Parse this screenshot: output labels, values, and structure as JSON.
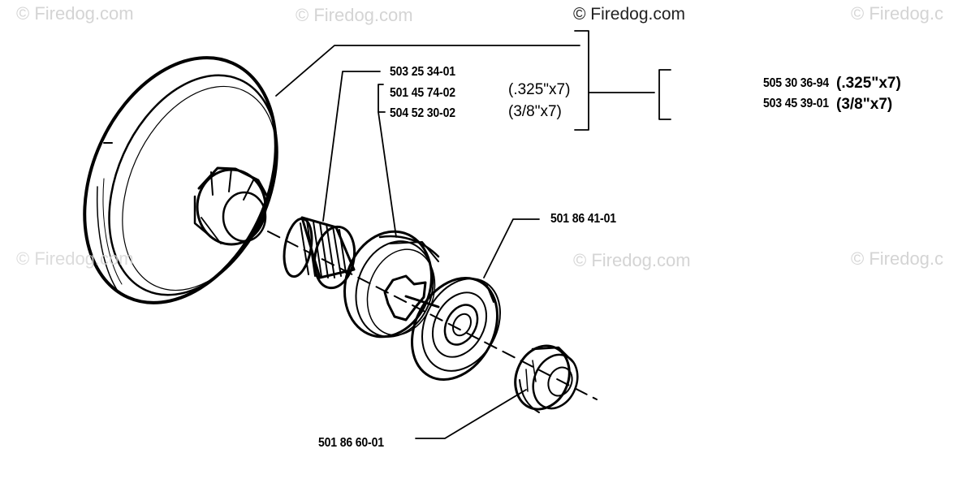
{
  "watermarks": {
    "top_left": "© Firedog.com",
    "top_mid": "© Firedog.com",
    "top_center": "© Firedog.com",
    "top_right": "© Firedog.c",
    "mid_left": "© Firedog.com",
    "mid_center": "© Firedog.com",
    "mid_right": "© Firedog.c"
  },
  "labels": {
    "bearing": "503 25 34-01",
    "sprocket_325": "501 45 74-02",
    "sprocket_38": "504 52 30-02",
    "spec_325": "(.325\"x7)",
    "spec_38": "(3/8\"x7)",
    "kit_325": "505 30 36-94",
    "kit_325_spec": "(.325\"x7)",
    "kit_38": "503 45 39-01",
    "kit_38_spec": "(3/8\"x7)",
    "washer": "501 86 41-01",
    "nut": "501 86 60-01"
  }
}
